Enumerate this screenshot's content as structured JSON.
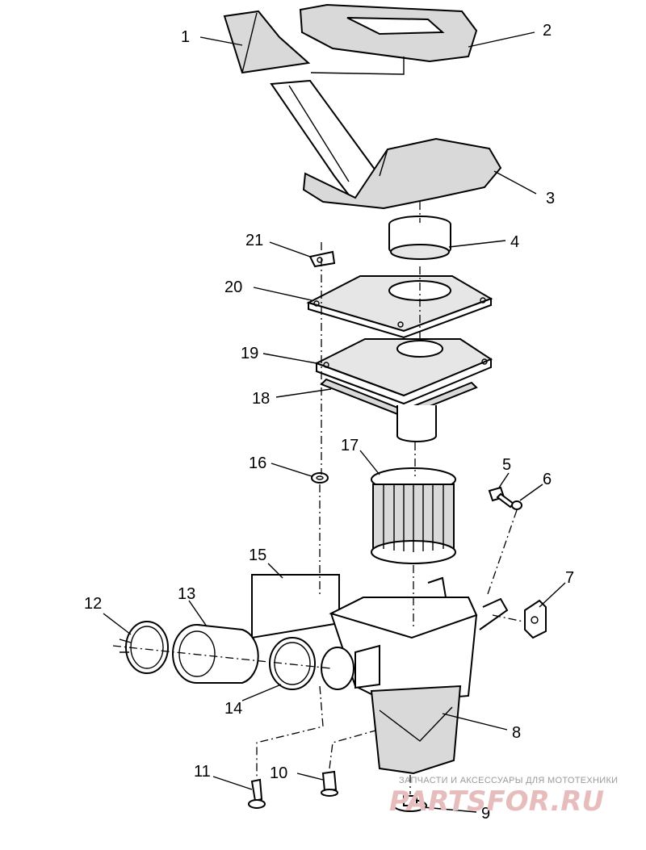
{
  "part_numbers": [
    "1",
    "2",
    "3",
    "4",
    "5",
    "6",
    "7",
    "8",
    "9",
    "10",
    "11",
    "12",
    "13",
    "14",
    "15",
    "16",
    "17",
    "18",
    "19",
    "20",
    "21"
  ],
  "watermark": {
    "caption": "ЗАПЧАСТИ И АКСЕССУАРЫ ДЛЯ МОТОТЕХНИКИ",
    "logo": "PARTSFOR.RU"
  }
}
